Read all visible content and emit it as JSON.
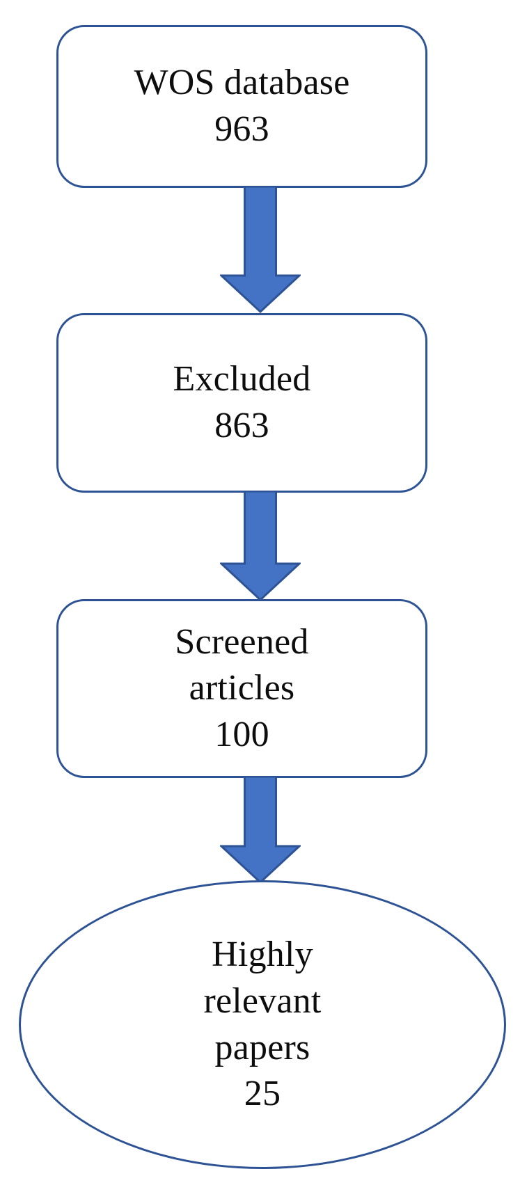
{
  "figure": {
    "type": "flowchart",
    "orientation": "vertical",
    "background_color": "#FFFFFF",
    "shape_border_color": "#2E5395",
    "shape_fill_color": "#FFFFFF",
    "arrow_fill_color": "#4472C4",
    "arrow_outline_color": "#2E5395",
    "text_color": "#0D0D0D"
  },
  "nodes": [
    {
      "id": "wos-database",
      "shape": "rounded-rectangle",
      "label": "WOS database",
      "count": "963",
      "text": "WOS database\n963"
    },
    {
      "id": "excluded",
      "shape": "rounded-rectangle",
      "label": "Excluded",
      "count": "863",
      "text": "Excluded\n863"
    },
    {
      "id": "screened-articles",
      "shape": "rounded-rectangle",
      "label": "Screened articles",
      "count": "100",
      "text": "Screened\narticles\n100"
    },
    {
      "id": "highly-relevant-papers",
      "shape": "ellipse",
      "label": "Highly relevant papers",
      "count": "25",
      "text": "Highly\nrelevant\npapers\n25"
    }
  ],
  "connectors": [
    {
      "id": "arrow-1",
      "from": "wos-database",
      "to": "excluded",
      "style": "block-arrow-down"
    },
    {
      "id": "arrow-2",
      "from": "excluded",
      "to": "screened-articles",
      "style": "block-arrow-down"
    },
    {
      "id": "arrow-3",
      "from": "screened-articles",
      "to": "highly-relevant-papers",
      "style": "block-arrow-down"
    }
  ],
  "chart_data": {
    "type": "flow",
    "title": "",
    "stages": [
      "WOS database",
      "Excluded",
      "Screened articles",
      "Highly relevant papers"
    ],
    "values": [
      963,
      863,
      100,
      25
    ]
  }
}
